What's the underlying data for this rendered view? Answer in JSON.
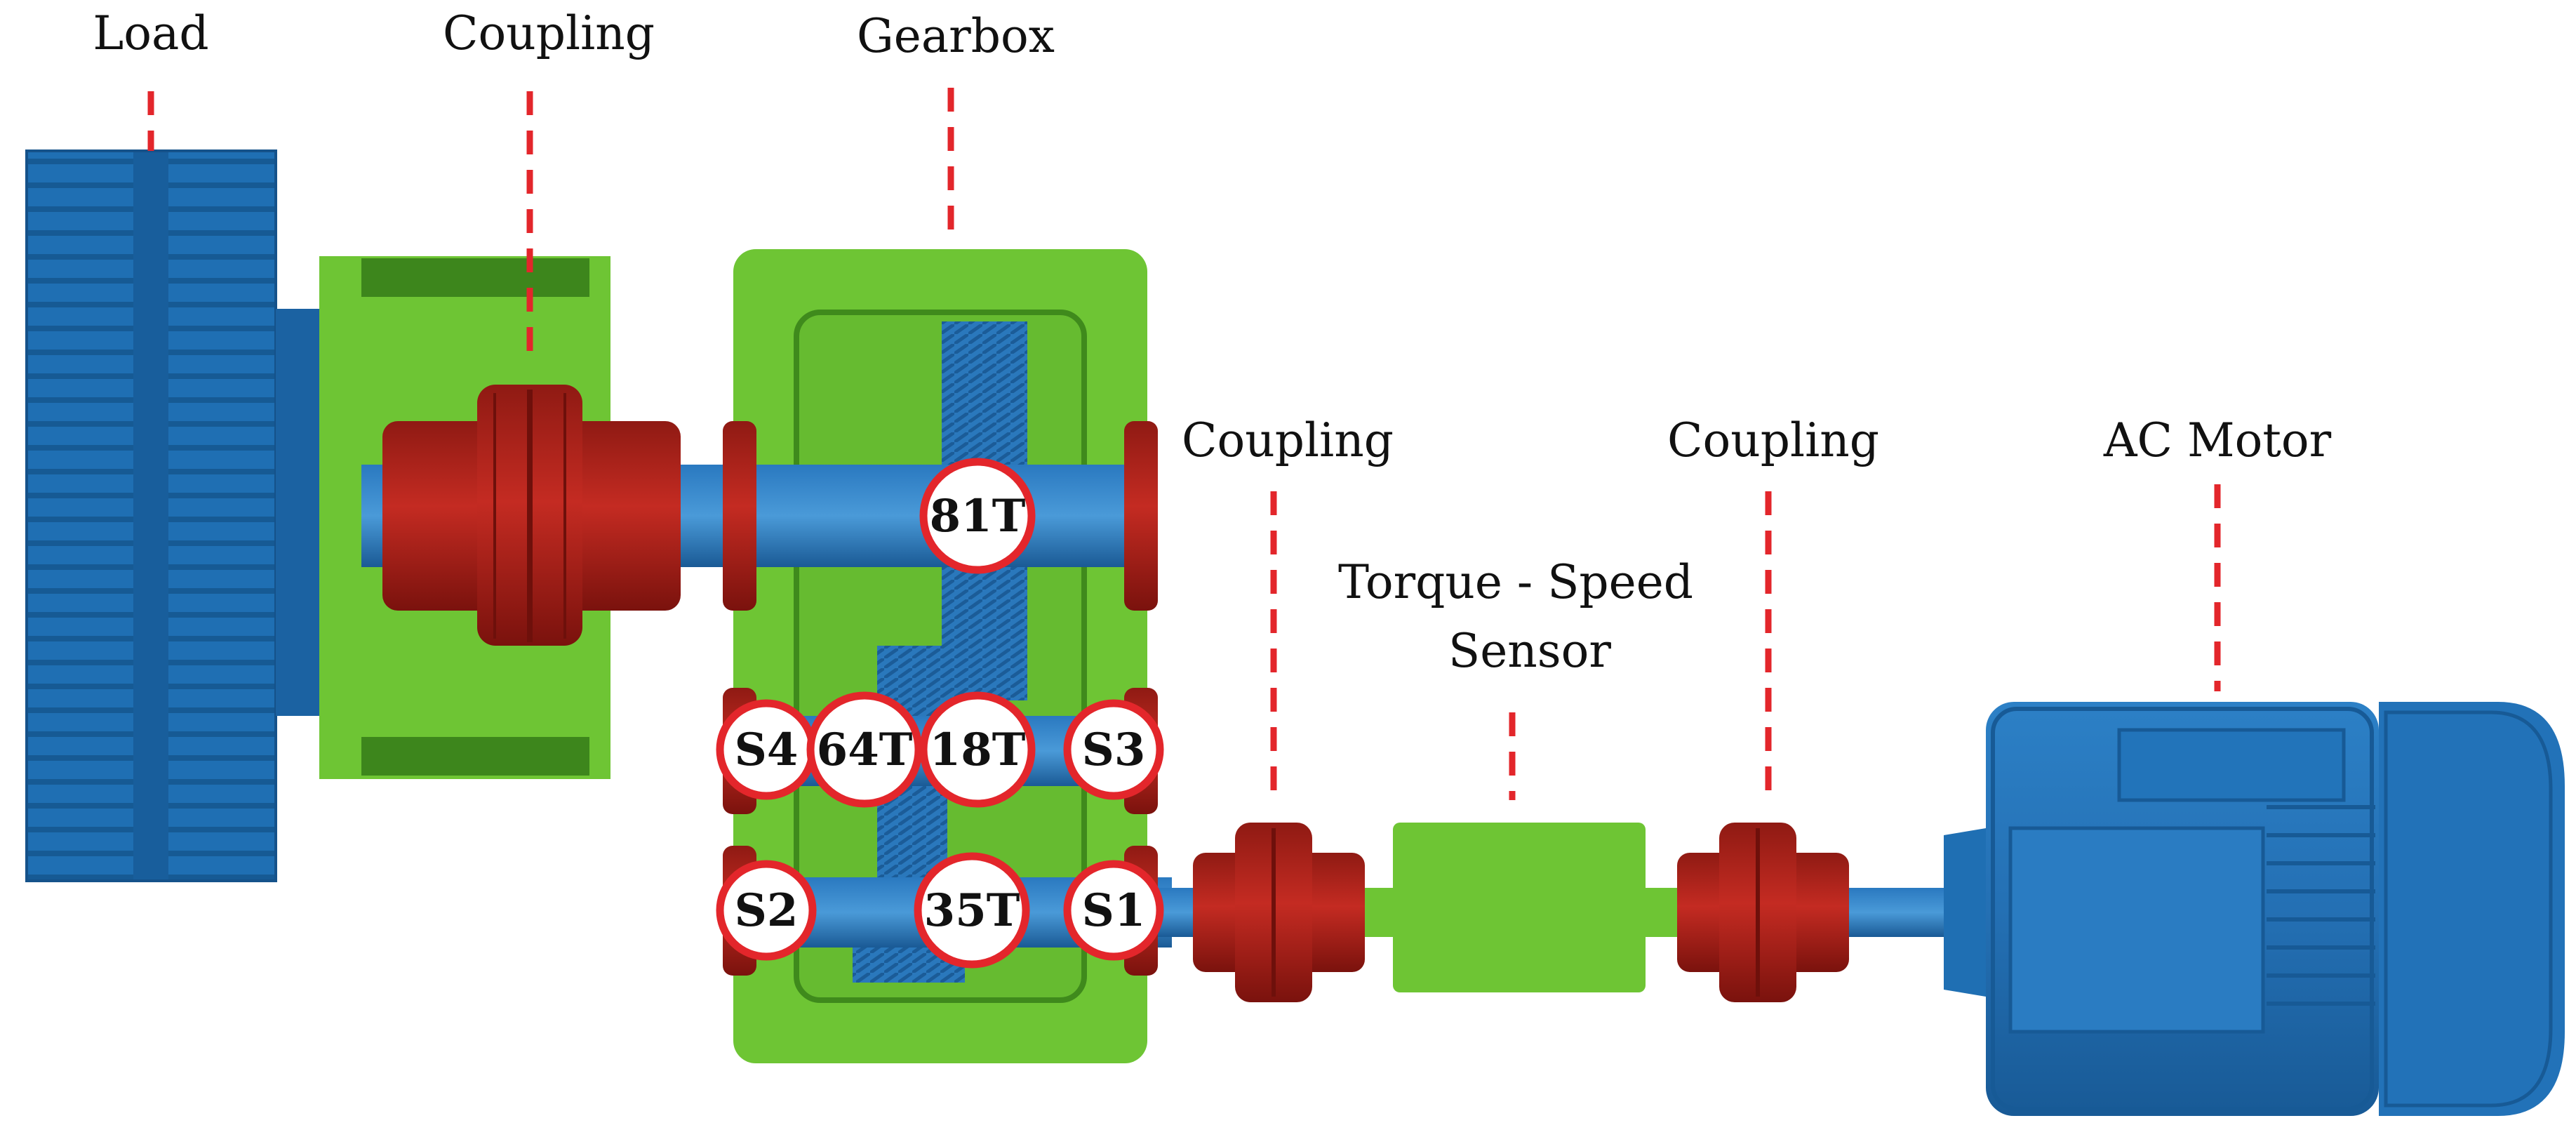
{
  "labels": {
    "load": "Load",
    "coupling_left": "Coupling",
    "gearbox": "Gearbox",
    "coupling_mid": "Coupling",
    "sensor_line1": "Torque - Speed",
    "sensor_line2": "Sensor",
    "coupling_right": "Coupling",
    "motor": "AC Motor"
  },
  "badges": {
    "g81": "81T",
    "s4": "S4",
    "g64": "64T",
    "g18": "18T",
    "s3": "S3",
    "s2": "S2",
    "g35": "35T",
    "s1": "S1"
  },
  "colors": {
    "blue": "#1f6fb3",
    "blue_dark": "#15528a",
    "blue_light": "#3a8fd0",
    "green": "#6ec534",
    "green_dark": "#3f8a1c",
    "red": "#b8241c",
    "red_dark": "#7e130e",
    "leader": "#e3262b",
    "badge_ring": "#e3262b"
  }
}
